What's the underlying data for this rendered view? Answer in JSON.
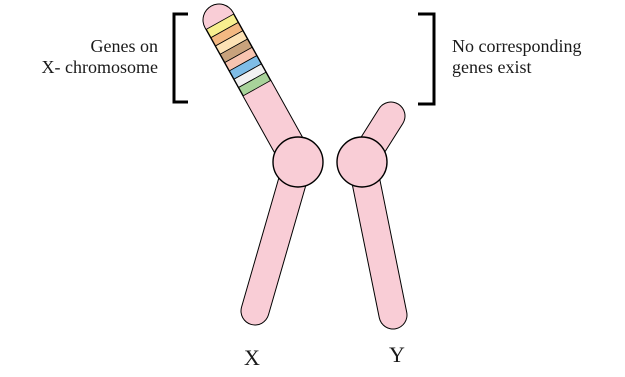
{
  "labels": {
    "genes_on_line1": "Genes on",
    "genes_on_line2": "X- chromosome",
    "no_genes_line1": "No corresponding",
    "no_genes_line2": "genes exist"
  },
  "chromosomes": {
    "x_label": "X",
    "y_label": "Y"
  },
  "colors": {
    "chromosome_fill": "#f9cdd6",
    "outline": "#000000",
    "bracket": "#000000",
    "gene_bands": [
      "#f8ef8f",
      "#f3b882",
      "#fde2b5",
      "#c8a27c",
      "#f7c4b0",
      "#7fbde7",
      "#f2f2f2",
      "#a8d39a"
    ]
  }
}
